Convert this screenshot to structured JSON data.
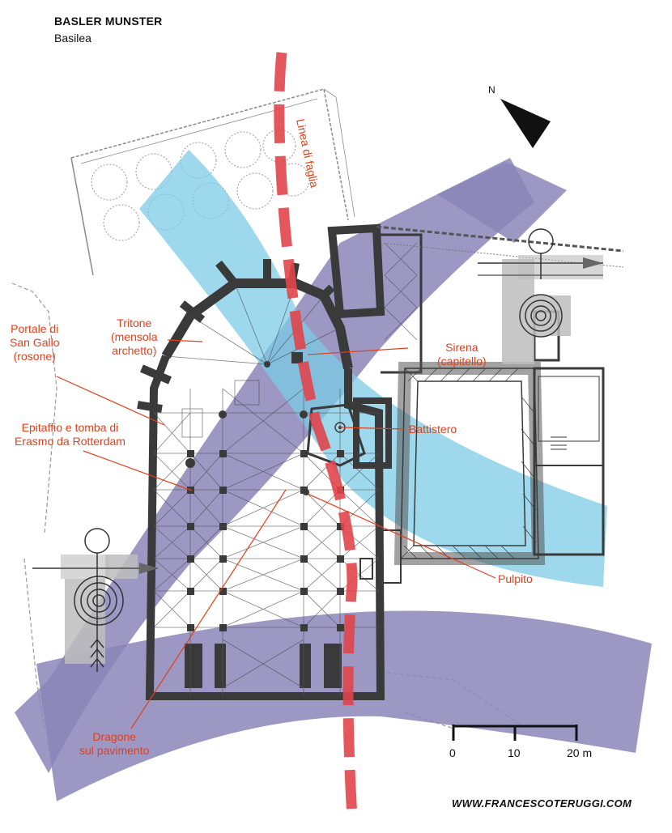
{
  "header": {
    "title": "BASLER MUNSTER",
    "subtitle": "Basilea"
  },
  "north_label": "N",
  "fault_line_label": "Linea di faglia",
  "labels": {
    "portale": [
      "Portale di",
      "San Gallo",
      "(rosone)"
    ],
    "tritone": [
      "Tritone",
      "(mensola",
      "archetto)"
    ],
    "sirena": [
      "Sirena",
      "(capitello)"
    ],
    "battistero": "Battistero",
    "epitaffio": [
      "Epitaffio e tomba di",
      "Erasmo da Rotterdam"
    ],
    "pulpito": "Pulpito",
    "dragone": [
      "Dragone",
      "sul pavimento"
    ]
  },
  "scale": {
    "ticks": [
      "0",
      "10",
      "20 m"
    ]
  },
  "website": "WWW.FRANCESCOTERUGGI.COM",
  "colors": {
    "label_red": "#e0401c",
    "fault_line": "#e0454b",
    "purple_band": "#8b85b8",
    "blue_band": "#7ccbe6",
    "plan_dark": "#3a3a3a",
    "gray_marker": "#bdbdbd"
  }
}
